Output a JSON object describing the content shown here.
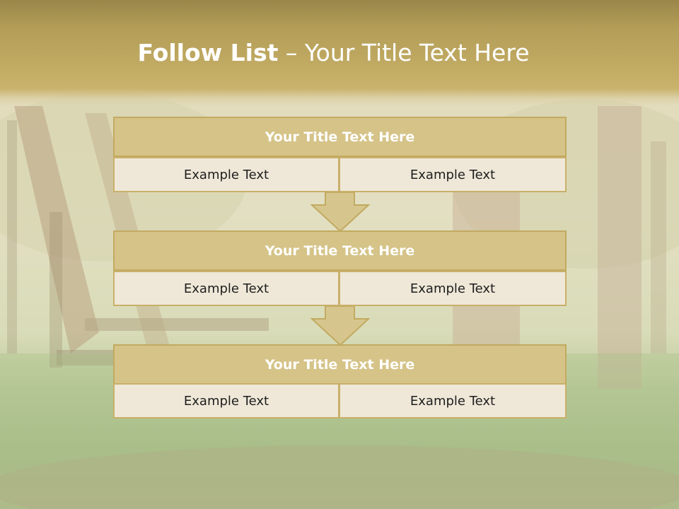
{
  "title": {
    "bold_part": "Follow List",
    "rest_part": "– Your Title Text Here"
  },
  "blocks": [
    {
      "title": "Your Title Text Here",
      "cells": [
        "Example Text",
        "Example Text"
      ]
    },
    {
      "title": "Your Title Text Here",
      "cells": [
        "Example Text",
        "Example Text"
      ]
    },
    {
      "title": "Your Title Text Here",
      "cells": [
        "Example Text",
        "Example Text"
      ]
    }
  ],
  "colors": {
    "header_band": "#c3ac64",
    "title_box": "#d5c388",
    "title_border": "#c2aa60",
    "cell_fill": "#efe8d8",
    "arrow_fill": "#d6c68e"
  }
}
